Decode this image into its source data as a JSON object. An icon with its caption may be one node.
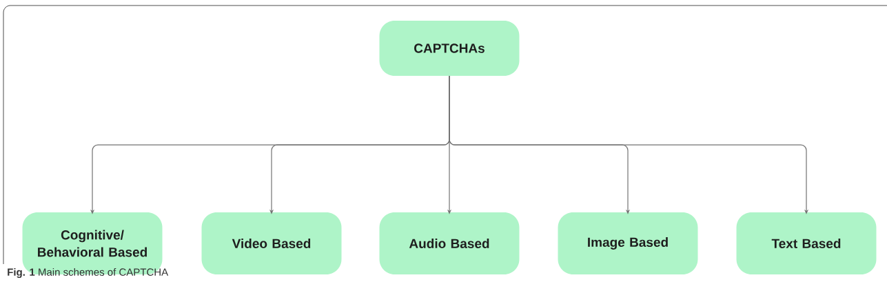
{
  "diagram": {
    "caption": "**Fig. 1** Main schemes of CAPTCHA",
    "nodes": [
      {
        "text": [
          "CAPTCHAs"
        ]
      },
      {
        "text": [
          "Cognitive/ Behavioral Based"
        ]
      },
      {
        "text": [
          "Video Based"
        ]
      },
      {
        "text": [
          "Audio Based"
        ]
      },
      {
        "text": [
          "Image Based"
        ]
      },
      {
        "text": [
          "Text Based"
        ]
      }
    ],
    "edges": [
      {
        "from": 0,
        "to": 1,
        "arrow": "to"
      },
      {
        "from": 0,
        "to": 2,
        "arrow": "to"
      },
      {
        "from": 0,
        "to": 3,
        "arrow": "to"
      },
      {
        "from": 0,
        "to": 4,
        "arrow": "to"
      },
      {
        "from": 0,
        "to": 5,
        "arrow": "to"
      }
    ]
  }
}
